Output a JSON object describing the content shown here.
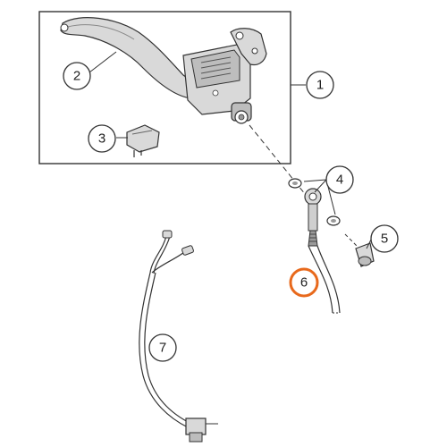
{
  "diagram": {
    "colors": {
      "line": "#333333",
      "part_fill": "#d9d9d9",
      "part_dark": "#9a9a9a",
      "highlight": "#e8691c"
    },
    "callouts": [
      {
        "id": "1",
        "label": "1",
        "part": "master-cylinder-assembly",
        "highlighted": false
      },
      {
        "id": "2",
        "label": "2",
        "part": "clutch-lever",
        "highlighted": false
      },
      {
        "id": "3",
        "label": "3",
        "part": "switch",
        "highlighted": false
      },
      {
        "id": "4",
        "label": "4",
        "part": "washers",
        "highlighted": false
      },
      {
        "id": "5",
        "label": "5",
        "part": "banjo-bolt",
        "highlighted": false
      },
      {
        "id": "6",
        "label": "6",
        "part": "clutch-line",
        "highlighted": true
      },
      {
        "id": "7",
        "label": "7",
        "part": "wiring-harness",
        "highlighted": false
      }
    ]
  }
}
